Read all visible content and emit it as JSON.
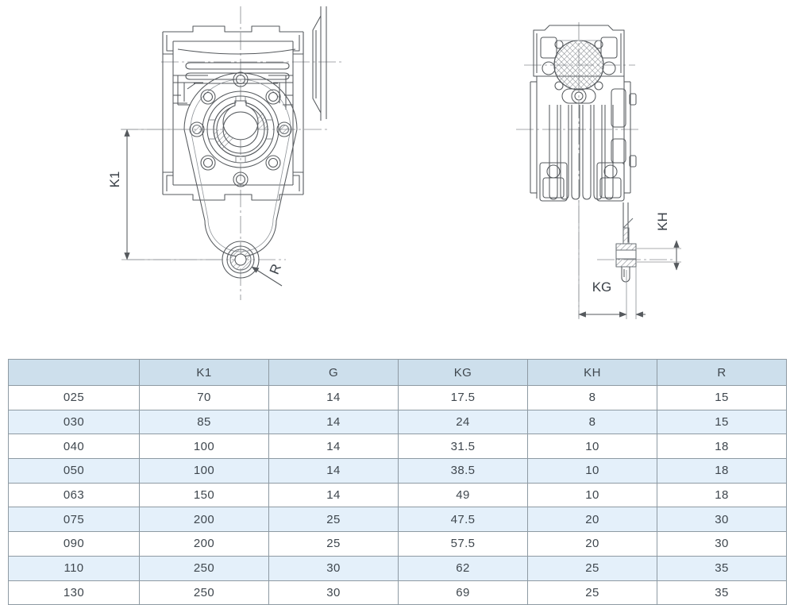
{
  "drawing": {
    "title": "Worm gear reducer dimension drawing",
    "views": [
      {
        "name": "front-view",
        "labels": [
          "K1",
          "R"
        ]
      },
      {
        "name": "side-view",
        "labels": [
          "KH",
          "KG"
        ]
      }
    ],
    "labels": {
      "k1": "K1",
      "r": "R",
      "kh": "KH",
      "kg": "KG"
    },
    "line_color": "#55595d",
    "hatch_color": "#8c9196",
    "background": "#ffffff"
  },
  "table": {
    "colors": {
      "header_bg": "#cddfec",
      "alt_row_bg": "#e4f0fa",
      "row_bg": "#ffffff",
      "border": "#8e9aa3",
      "text": "#3f474e"
    },
    "headers": [
      "",
      "K1",
      "G",
      "KG",
      "KH",
      "R"
    ],
    "rows": [
      {
        "model": "025",
        "K1": "70",
        "G": "14",
        "KG": "17.5",
        "KH": "8",
        "R": "15"
      },
      {
        "model": "030",
        "K1": "85",
        "G": "14",
        "KG": "24",
        "KH": "8",
        "R": "15"
      },
      {
        "model": "040",
        "K1": "100",
        "G": "14",
        "KG": "31.5",
        "KH": "10",
        "R": "18"
      },
      {
        "model": "050",
        "K1": "100",
        "G": "14",
        "KG": "38.5",
        "KH": "10",
        "R": "18"
      },
      {
        "model": "063",
        "K1": "150",
        "G": "14",
        "KG": "49",
        "KH": "10",
        "R": "18"
      },
      {
        "model": "075",
        "K1": "200",
        "G": "25",
        "KG": "47.5",
        "KH": "20",
        "R": "30"
      },
      {
        "model": "090",
        "K1": "200",
        "G": "25",
        "KG": "57.5",
        "KH": "20",
        "R": "30"
      },
      {
        "model": "110",
        "K1": "250",
        "G": "30",
        "KG": "62",
        "KH": "25",
        "R": "35"
      },
      {
        "model": "130",
        "K1": "250",
        "G": "30",
        "KG": "69",
        "KH": "25",
        "R": "35"
      }
    ]
  }
}
